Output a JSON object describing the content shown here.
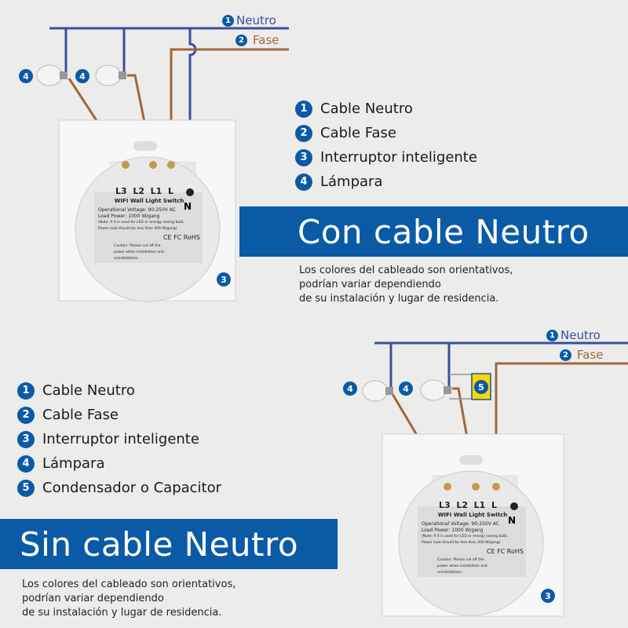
{
  "wire_labels": {
    "neutro": "Neutro",
    "fase": "Fase",
    "neutro_num": "1",
    "fase_num": "2"
  },
  "badges": {
    "lamp": "4",
    "switch": "3",
    "capacitor": "5"
  },
  "legend_top": [
    {
      "num": "1",
      "label": "Cable Neutro"
    },
    {
      "num": "2",
      "label": "Cable Fase"
    },
    {
      "num": "3",
      "label": "Interruptor inteligente"
    },
    {
      "num": "4",
      "label": "Lámpara"
    }
  ],
  "legend_bottom": [
    {
      "num": "1",
      "label": "Cable Neutro"
    },
    {
      "num": "2",
      "label": "Cable Fase"
    },
    {
      "num": "3",
      "label": "Interruptor inteligente"
    },
    {
      "num": "4",
      "label": "Lámpara"
    },
    {
      "num": "5",
      "label": "Condensador o Capacitor"
    }
  ],
  "banner_top": "Con cable Neutro",
  "banner_bottom": "Sin cable Neutro",
  "note": [
    "Los colores del cableado son orientativos,",
    "podrían variar dependiendo",
    "de su instalación y lugar de residencia."
  ],
  "module": {
    "terminals": "L3  L2  L1  L",
    "n": "N",
    "title": "WIFI Wall Light Switch",
    "voltage": "Operational Voltage: 90-250V AC",
    "load": "Load Power:  1000 W/gang",
    "note1": "(Note: If it is used for LED or energy saving bulb,",
    "note2": "Power load should be less than 300 W/gang)",
    "certs": "CE FC RoHS",
    "caution": "Caution: Please cut off the power when installation and uninstallation."
  },
  "colors": {
    "neutral": "#3a4fa0",
    "phase": "#a0673a",
    "accent": "#0b5aa6",
    "capacitor": "#ffd500"
  }
}
